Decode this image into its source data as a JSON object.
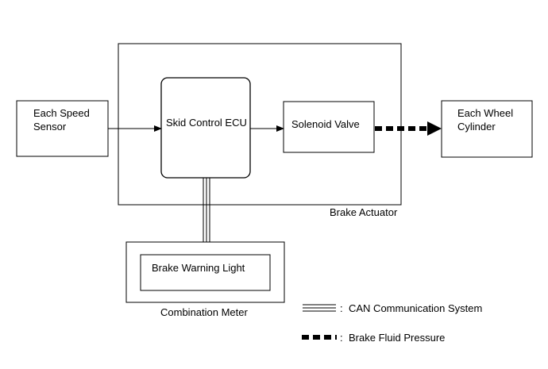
{
  "diagram": {
    "nodes": {
      "speed_sensor": {
        "lines": [
          "Each Speed",
          "Sensor"
        ]
      },
      "skid_ecu": {
        "label": "Skid Control ECU"
      },
      "solenoid_valve": {
        "label": "Solenoid Valve"
      },
      "wheel_cylinder": {
        "lines": [
          "Each Wheel",
          "Cylinder"
        ]
      },
      "brake_warning_light": {
        "label": "Brake Warning Light"
      },
      "brake_actuator": {
        "label": "Brake Actuator"
      },
      "combination_meter": {
        "label": "Combination Meter"
      }
    },
    "legend": {
      "can": "CAN Communication System",
      "fluid": "Brake Fluid Pressure",
      "separator": ":"
    }
  }
}
